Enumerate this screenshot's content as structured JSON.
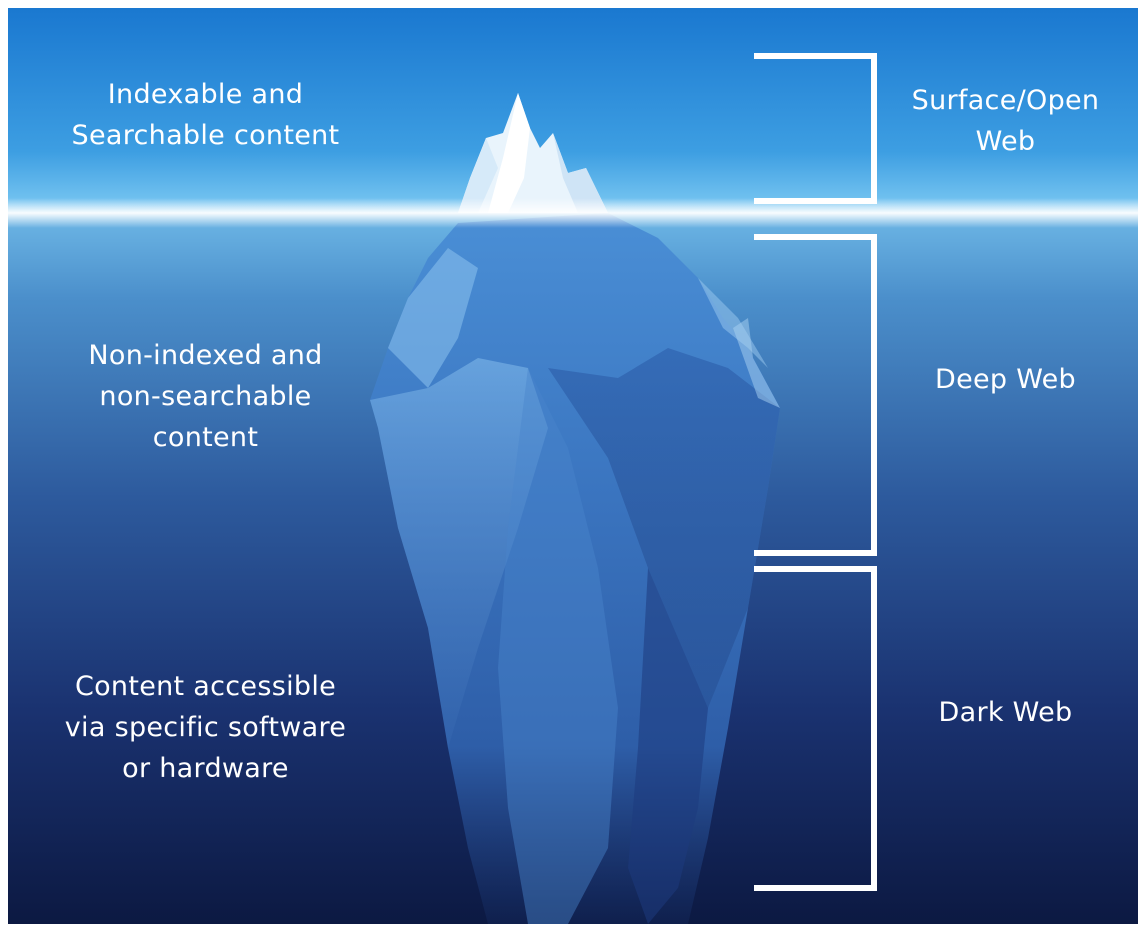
{
  "colors": {
    "sky_top": "#1a78d0",
    "sky_bottom": "#6cc2f0",
    "sea_top": "#5ba7d9",
    "sea_mid": "#2b4f93",
    "sea_bottom": "#0d1a45",
    "ice_tip": "#ffffff",
    "ice_body": "#3f7fc6",
    "bracket": "#ffffff"
  },
  "layers": [
    {
      "id": "surface",
      "name": "Surface/Open\nWeb",
      "description": "Indexable and\nSearchable content"
    },
    {
      "id": "deep",
      "name": "Deep Web",
      "description": "Non-indexed and\nnon-searchable\ncontent"
    },
    {
      "id": "dark",
      "name": "Dark Web",
      "description": "Content accessible\nvia specific software\nor hardware"
    }
  ]
}
